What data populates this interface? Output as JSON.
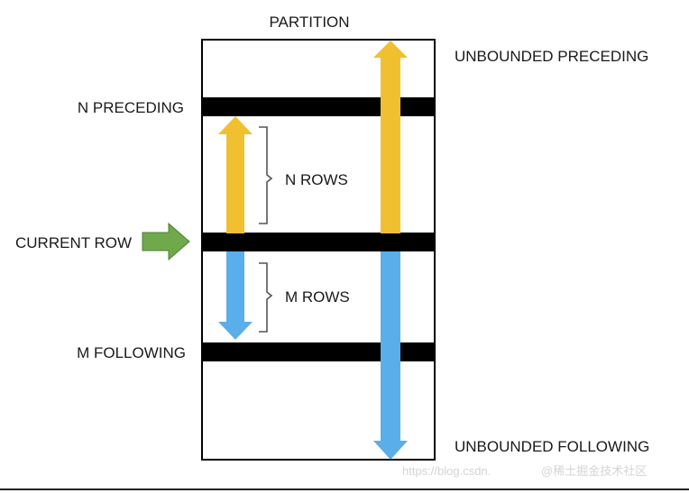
{
  "diagram": {
    "title": "PARTITION",
    "labels": {
      "unbounded_preceding": "UNBOUNDED PRECEDING",
      "n_preceding": "N PRECEDING",
      "n_rows": "N ROWS",
      "current_row": "CURRENT ROW",
      "m_rows": "M ROWS",
      "m_following": "M FOLLOWING",
      "unbounded_following": "UNBOUNDED FOLLOWING"
    },
    "colors": {
      "preceding_arrow": "#f0c030",
      "following_arrow": "#5aaeea",
      "current_row_pointer": "#70a84c",
      "row_bar": "#000000",
      "partition_border": "#000000"
    },
    "icons": {
      "current_row_pointer": "right-arrow-icon"
    }
  },
  "watermark": {
    "url_text": "https://blog.csdn.",
    "site_text": "@稀土掘金技术社区"
  }
}
